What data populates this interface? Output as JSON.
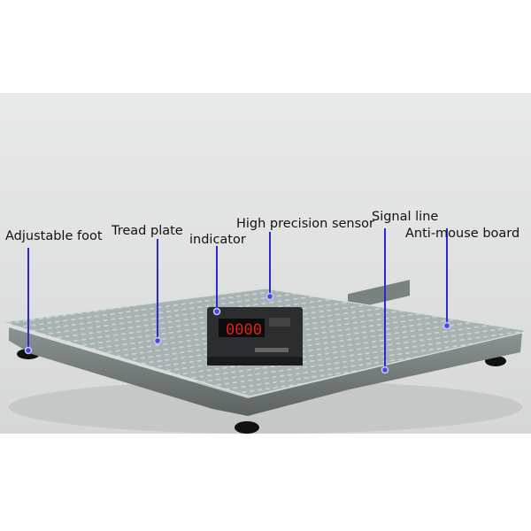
{
  "labels": {
    "adjustable_foot": "Adjustable foot",
    "tread_plate": "Tread plate",
    "indicator": "indicator",
    "sensor": "High precision sensor",
    "signal_line": "Signal line",
    "anti_mouse": "Anti-mouse board"
  },
  "display": {
    "reading": "0000"
  },
  "colors": {
    "leader_line": "#2a2ad0",
    "display_digits": "#e02020",
    "plate": "#a9b3b3"
  }
}
